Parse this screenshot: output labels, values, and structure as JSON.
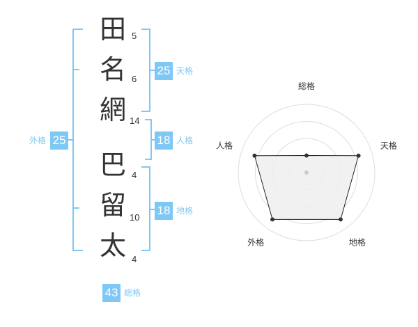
{
  "characters": [
    {
      "char": "田",
      "strokes": "5"
    },
    {
      "char": "名",
      "strokes": "6"
    },
    {
      "char": "網",
      "strokes": "14"
    },
    {
      "char": "巴",
      "strokes": "4"
    },
    {
      "char": "留",
      "strokes": "10"
    },
    {
      "char": "太",
      "strokes": "4"
    }
  ],
  "scores": {
    "tenkaku": {
      "value": "25",
      "label": "天格"
    },
    "jinkaku": {
      "value": "18",
      "label": "人格"
    },
    "chikaku": {
      "value": "18",
      "label": "地格"
    },
    "gaikaku": {
      "value": "25",
      "label": "外格"
    },
    "soukaku": {
      "value": "43",
      "label": "総格"
    }
  },
  "colors": {
    "accent": "#7fc8f5",
    "text": "#333333",
    "grid": "#dddddd",
    "fill": "#eeeeee"
  },
  "chart_data": {
    "type": "radar",
    "categories": [
      "総格",
      "天格",
      "地格",
      "外格",
      "人格"
    ],
    "values": [
      1.0,
      3.2,
      3.4,
      3.4,
      3.2
    ],
    "rmax": 4,
    "rings": 4
  }
}
